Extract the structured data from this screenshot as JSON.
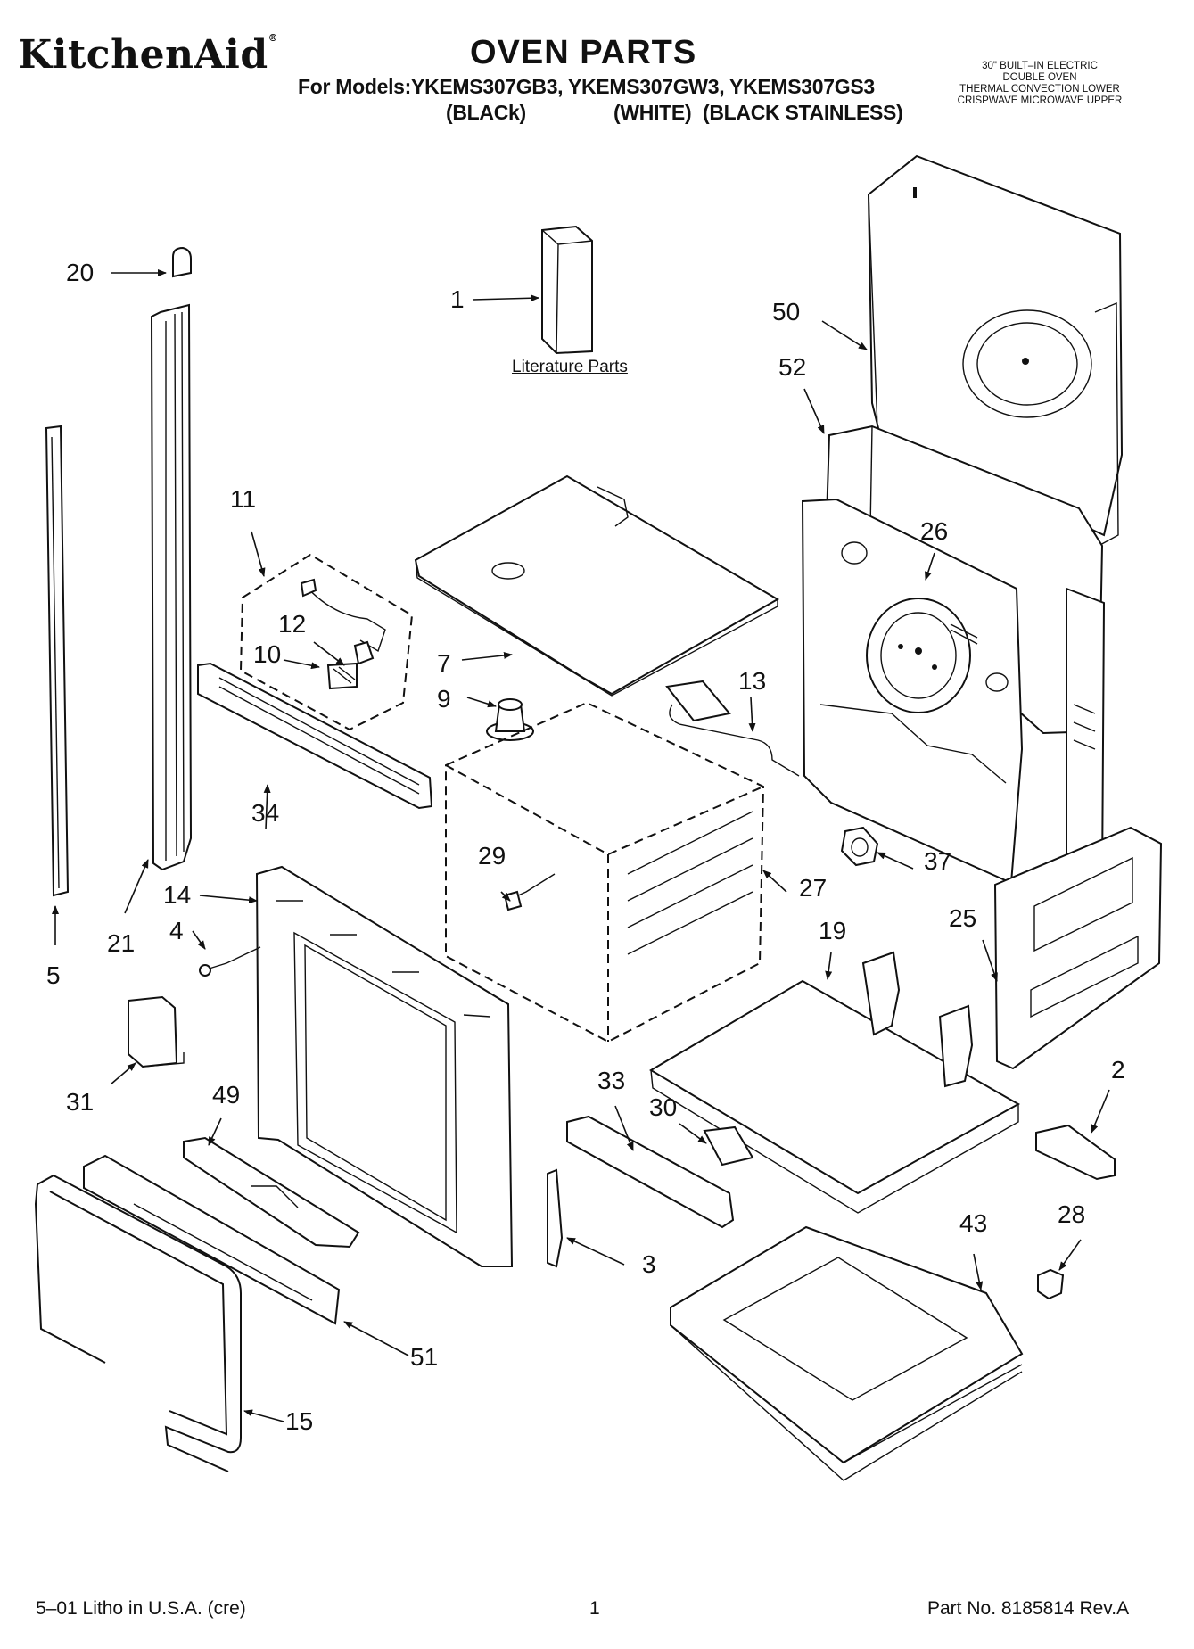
{
  "header": {
    "brand": "KitchenAid",
    "brand_mark": "®",
    "title": "OVEN PARTS",
    "models_line": "For Models:YKEMS307GB3, YKEMS307GW3, YKEMS307GS3",
    "variant_black": "(BLACk)",
    "variant_white": "(WHITE)",
    "variant_stainless": "(BLACK STAINLESS)",
    "description": [
      "30\" BUILT–IN ELECTRIC",
      "DOUBLE OVEN",
      "THERMAL CONVECTION LOWER",
      "CRISPWAVE MICROWAVE UPPER"
    ]
  },
  "literature_label": "Literature Parts",
  "callouts": {
    "c1": "1",
    "c2": "2",
    "c3": "3",
    "c4": "4",
    "c5": "5",
    "c7": "7",
    "c9": "9",
    "c10": "10",
    "c11": "11",
    "c12": "12",
    "c13": "13",
    "c14": "14",
    "c15": "15",
    "c19": "19",
    "c20": "20",
    "c21": "21",
    "c25": "25",
    "c26": "26",
    "c27": "27",
    "c28": "28",
    "c29": "29",
    "c30": "30",
    "c31": "31",
    "c33": "33",
    "c34": "34",
    "c37": "37",
    "c43": "43",
    "c49": "49",
    "c50": "50",
    "c51": "51",
    "c52": "52"
  },
  "footer": {
    "litho": "5–01 Litho in U.S.A. (cre)",
    "page": "1",
    "part_no": "Part No. 8185814 Rev.A"
  }
}
